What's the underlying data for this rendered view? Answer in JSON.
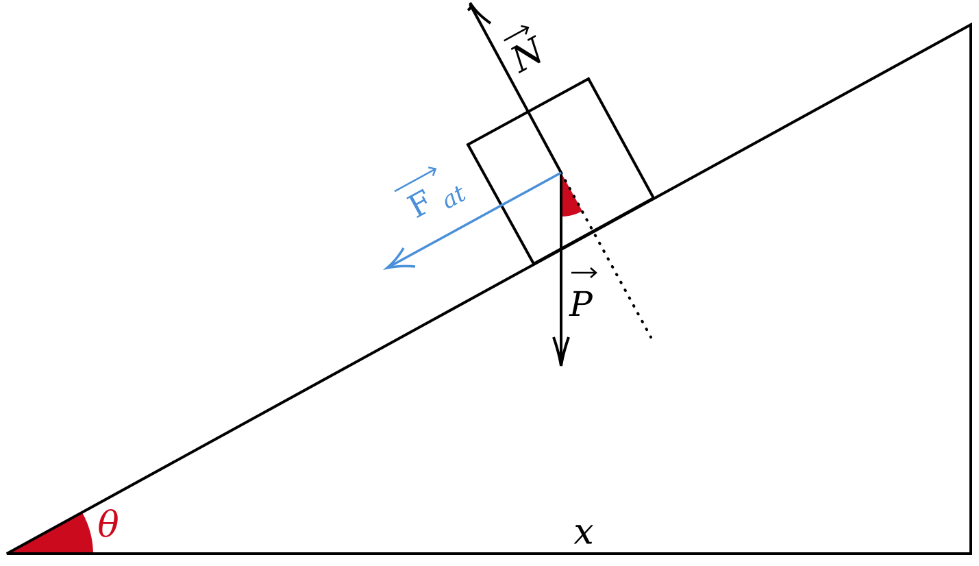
{
  "colors": {
    "line": "#000000",
    "angle_fill": "#cc0a1e",
    "friction": "#4a90d9",
    "background": "#ffffff"
  },
  "labels": {
    "normal_force": "N",
    "weight": "P",
    "friction_main": "F",
    "friction_sub": "at",
    "incline_angle": "θ",
    "horizontal_distance": "x"
  }
}
